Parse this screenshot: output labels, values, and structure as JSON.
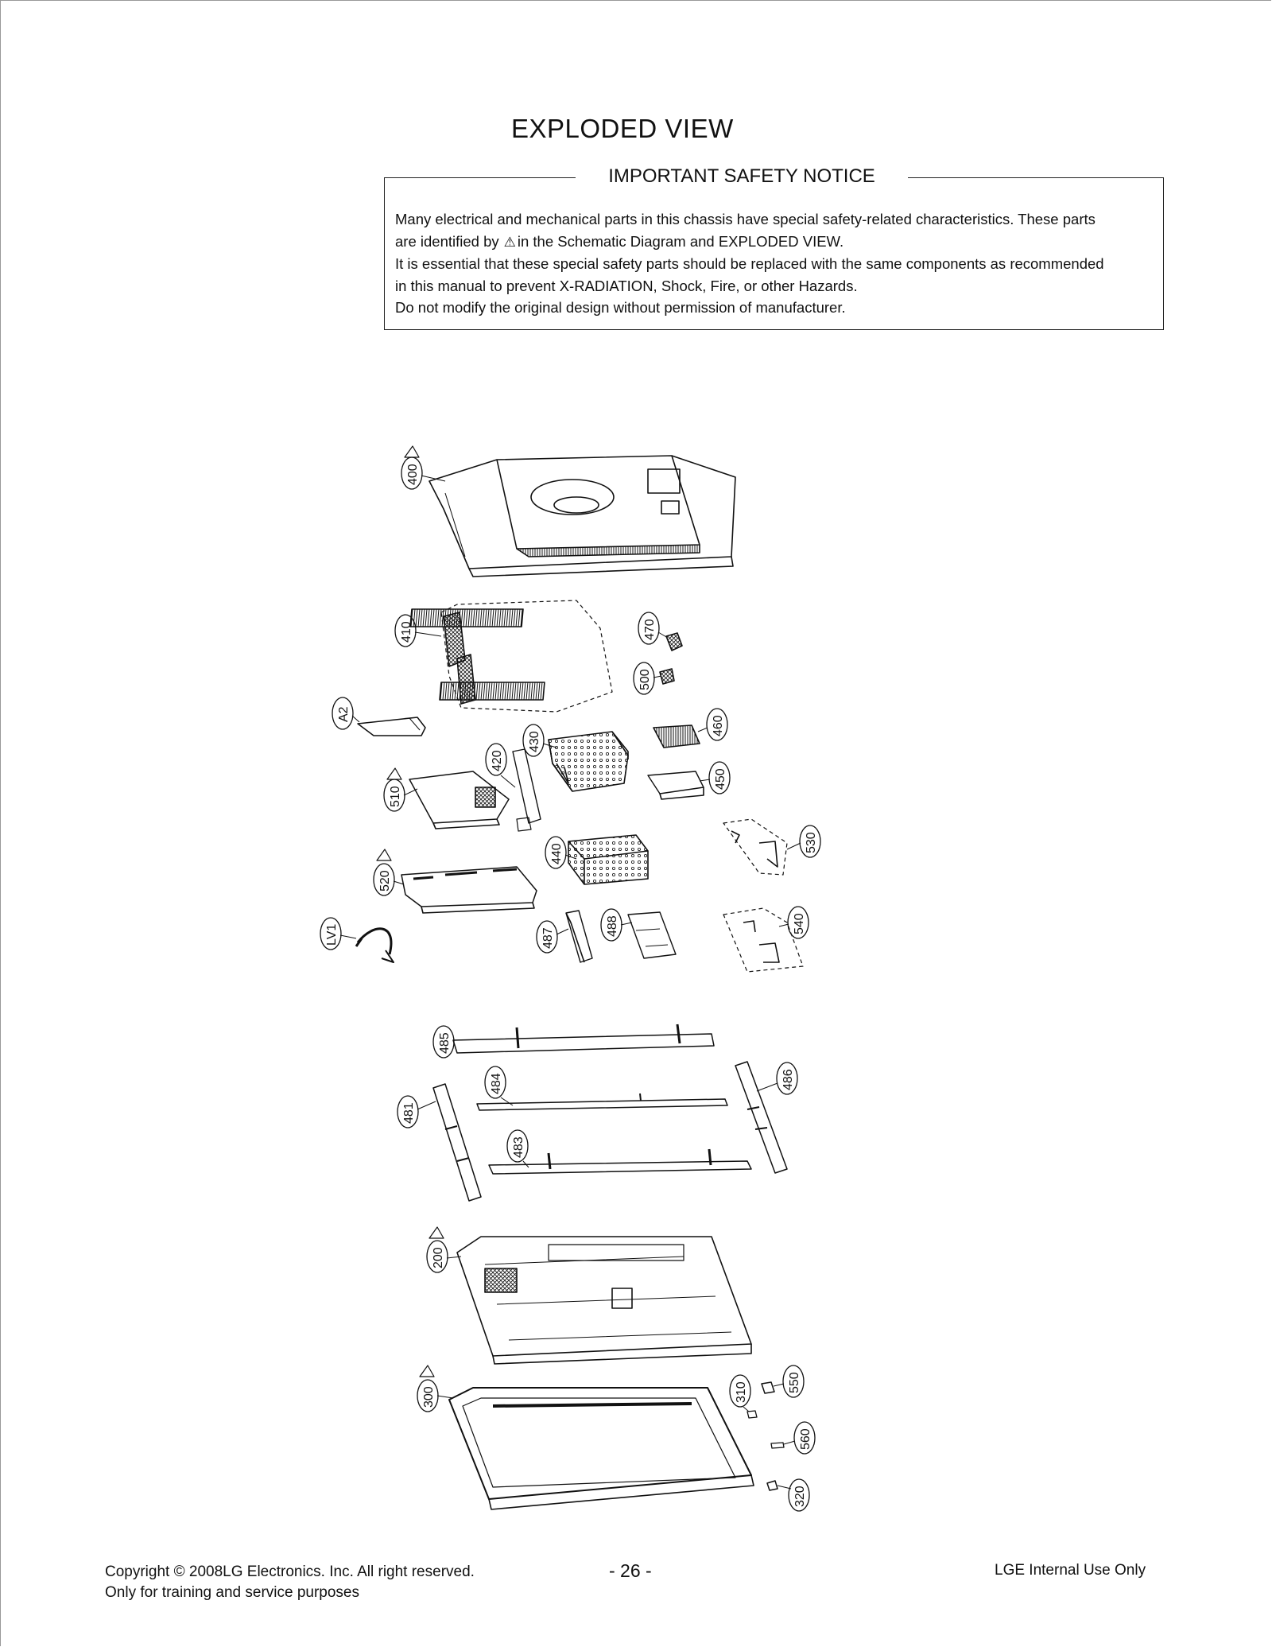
{
  "page": {
    "title": "EXPLODED VIEW",
    "notice": {
      "heading": "IMPORTANT SAFETY NOTICE",
      "line1": "Many electrical and mechanical parts in this chassis have special safety-related characteristics. These parts",
      "line2_before": "are identified by",
      "line2_after": "in the Schematic Diagram and EXPLODED VIEW.",
      "line3": "It is essential that these special safety parts should be replaced with the same components as recommended",
      "line4": "in this manual to prevent X-RADIATION, Shock, Fire, or other Hazards.",
      "line5": "Do not modify the original design without permission of manufacturer."
    },
    "footer": {
      "copyright": "Copyright  © 2008LG Electronics. Inc. All right reserved.",
      "training": "Only for training and service purposes",
      "page_number": "- 26 -",
      "internal": "LGE Internal Use Only"
    }
  },
  "callouts": {
    "c400": "400",
    "c410": "410",
    "c470": "470",
    "c500": "500",
    "cA2": "A2",
    "c430": "430",
    "c460": "460",
    "c420": "420",
    "c510": "510",
    "c450": "450",
    "c530": "530",
    "c440": "440",
    "c520": "520",
    "cLV1": "LV1",
    "c487": "487",
    "c488": "488",
    "c540": "540",
    "c485": "485",
    "c484": "484",
    "c486": "486",
    "c481": "481",
    "c483": "483",
    "c200": "200",
    "c300": "300",
    "c310": "310",
    "c550": "550",
    "c560": "560",
    "c320": "320"
  }
}
